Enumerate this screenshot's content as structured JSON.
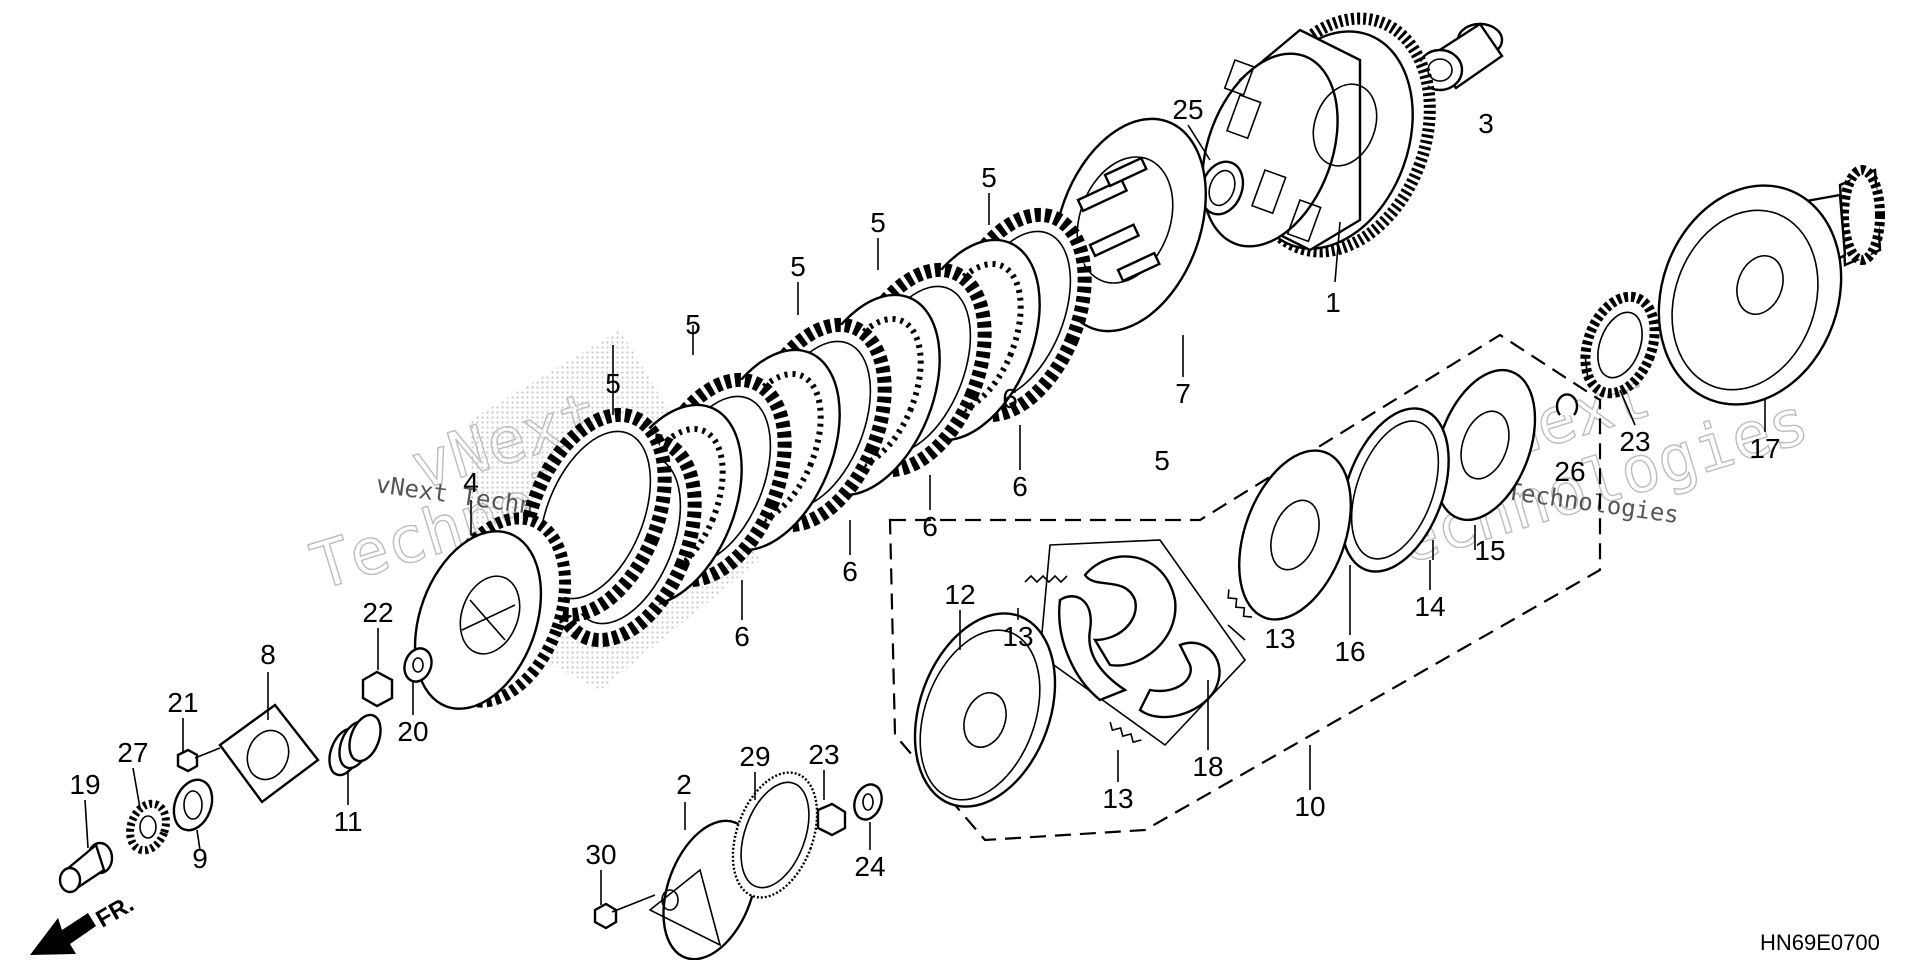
{
  "diagram": {
    "code": "HN69E0700",
    "direction_label": "FR.",
    "watermarks": [
      "vNext Technologies",
      "vNext Technologies",
      "vNext",
      "Technologies",
      "vNext",
      "Technologies"
    ]
  },
  "callouts": [
    "1",
    "2",
    "3",
    "4",
    "5",
    "5",
    "5",
    "5",
    "5",
    "5",
    "6",
    "6",
    "6",
    "6",
    "6",
    "7",
    "8",
    "9",
    "10",
    "11",
    "12",
    "13",
    "13",
    "13",
    "14",
    "15",
    "16",
    "17",
    "18",
    "19",
    "20",
    "21",
    "22",
    "23",
    "23",
    "24",
    "25",
    "26",
    "27",
    "29",
    "30"
  ]
}
